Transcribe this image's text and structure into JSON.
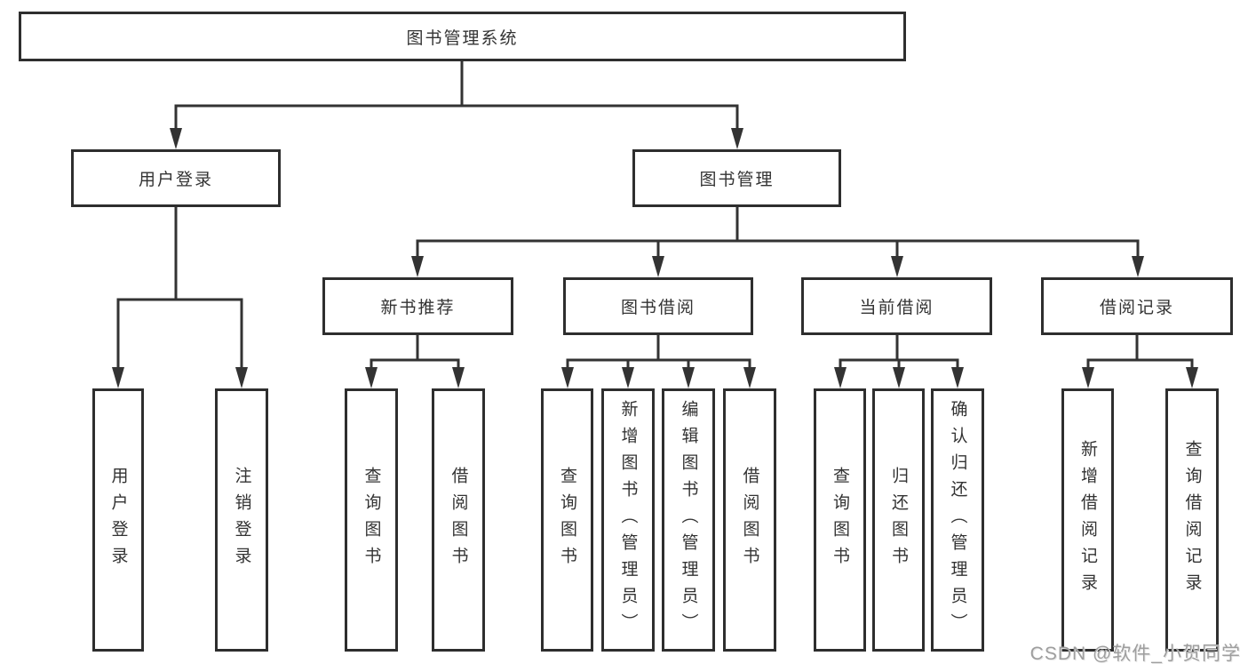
{
  "diagram": {
    "watermark": "CSDN @软件_小贺同学",
    "colors": {
      "line": "#333333",
      "box_border": "#2e2e2e",
      "box_background": "#ffffff",
      "text": "#333333",
      "watermark": "#9e9e9e"
    },
    "tree": {
      "root": {
        "label": "图书管理系统"
      },
      "branches": [
        {
          "label": "用户登录",
          "children": [
            {
              "label": "用户登录"
            },
            {
              "label": "注销登录"
            }
          ]
        },
        {
          "label": "图书管理",
          "children": [
            {
              "label": "新书推荐",
              "children": [
                {
                  "label": "查询图书"
                },
                {
                  "label": "借阅图书"
                }
              ]
            },
            {
              "label": "图书借阅",
              "children": [
                {
                  "label": "查询图书"
                },
                {
                  "label": "新增图书（管理员）"
                },
                {
                  "label": "编辑图书（管理员）"
                },
                {
                  "label": "借阅图书"
                }
              ]
            },
            {
              "label": "当前借阅",
              "children": [
                {
                  "label": "查询图书"
                },
                {
                  "label": "归还图书"
                },
                {
                  "label": "确认归还（管理员）"
                }
              ]
            },
            {
              "label": "借阅记录",
              "children": [
                {
                  "label": "新增借阅记录"
                },
                {
                  "label": "查询借阅记录"
                }
              ]
            }
          ]
        }
      ]
    }
  }
}
